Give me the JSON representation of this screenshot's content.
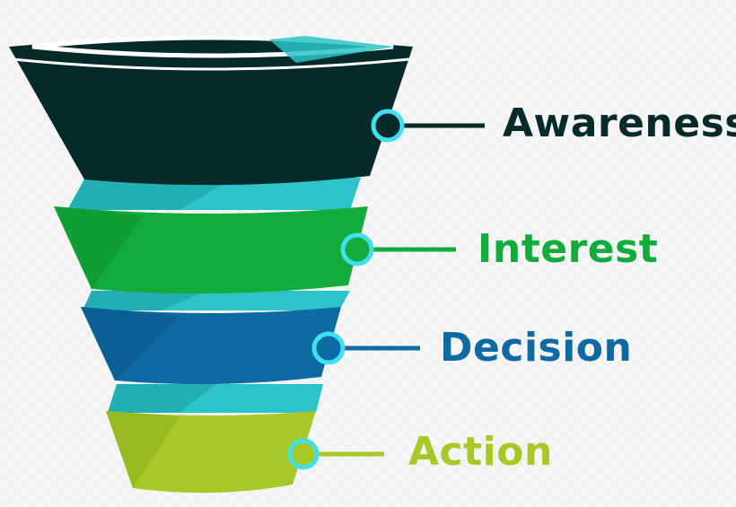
{
  "stages": [
    {
      "label": "Awareness",
      "color": "#062a2a"
    },
    {
      "label": "Interest",
      "color": "#12ac3c"
    },
    {
      "label": "Decision",
      "color": "#0e6aa3"
    },
    {
      "label": "Action",
      "color": "#a8c82a"
    }
  ],
  "colors": {
    "connector_ring": "#3fe0ef",
    "ribbon": "#2cc4c8",
    "ribbon_dark": "#1a9ea8",
    "rim": "#ffffff"
  }
}
